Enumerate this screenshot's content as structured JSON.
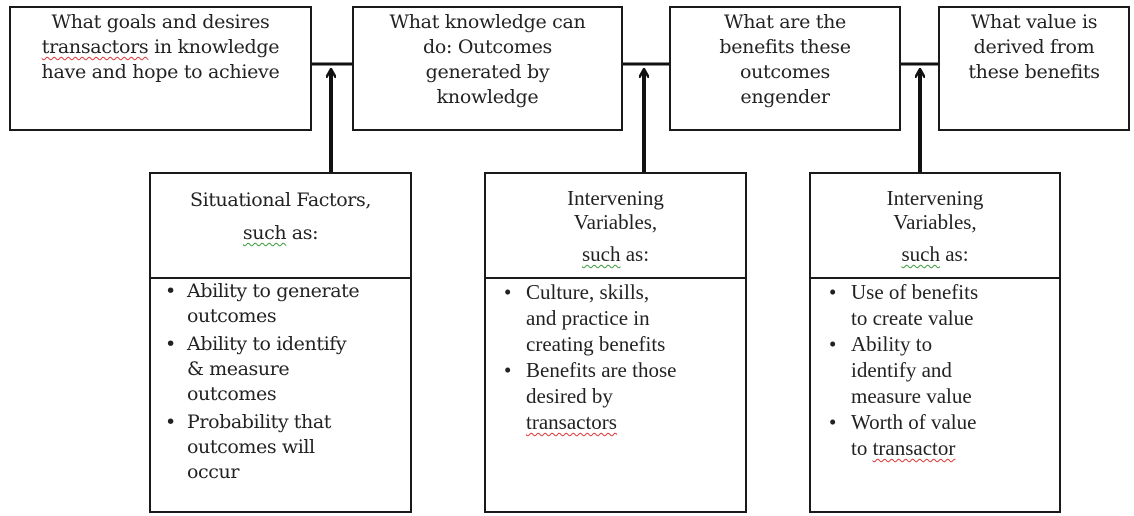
{
  "top_boxes": [
    {
      "lines": [
        "What goals and desires",
        "transactors in knowledge",
        "have and hope to achieve"
      ],
      "flagged_word": "transactors",
      "flagged_line": 1
    },
    {
      "lines": [
        "What knowledge can",
        "do: Outcomes",
        "generated by",
        "knowledge"
      ]
    },
    {
      "lines": [
        "What are the",
        "benefits these",
        "outcomes",
        "engender"
      ]
    },
    {
      "lines": [
        "What value is",
        "derived from",
        "these benefits"
      ]
    }
  ],
  "bottom_boxes": [
    {
      "heading": [
        "Situational Factors,"
      ],
      "such": "such",
      "as": " as:",
      "items": [
        [
          "Ability to generate",
          "outcomes"
        ],
        [
          "Ability to identify",
          "& measure",
          "outcomes"
        ],
        [
          "Probability that",
          "outcomes will",
          "occur"
        ]
      ]
    },
    {
      "heading": [
        "Intervening",
        "Variables,"
      ],
      "such": "such",
      "as": " as:",
      "items": [
        [
          "Culture, skills,",
          "and practice in",
          "creating benefits"
        ],
        [
          "Benefits are those",
          "desired by",
          "transactors"
        ]
      ],
      "flagged_word": "transactors"
    },
    {
      "heading": [
        "Intervening",
        "Variables,"
      ],
      "such": "such",
      "as": " as:",
      "items": [
        [
          "Use of benefits",
          "to create value"
        ],
        [
          "Ability to",
          "identify and",
          "measure value"
        ],
        [
          "Worth of value",
          "to transactor"
        ]
      ],
      "flagged_word": "transactor"
    }
  ],
  "colors": {
    "line": "#1a1a1a",
    "spell_error": "#d33",
    "grammar_flag": "#3a9a3a"
  }
}
